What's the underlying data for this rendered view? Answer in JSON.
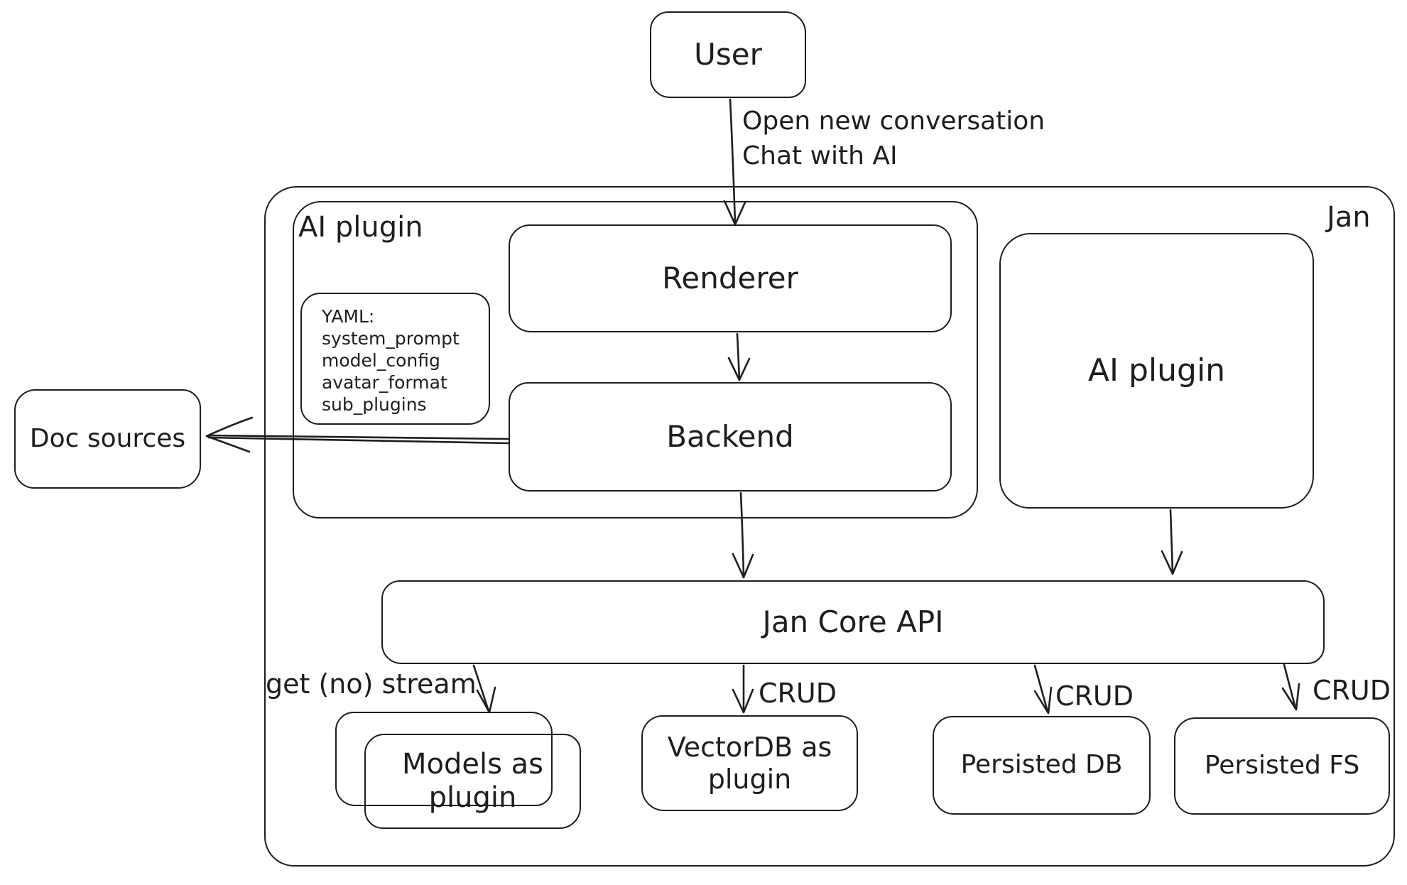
{
  "diagram": {
    "background": "#ffffff",
    "stroke_color": "#1e1e1e",
    "nodes": {
      "user": {
        "label": "User"
      },
      "jan_container": {
        "label": "Jan"
      },
      "ai_plugin_container": {
        "label": "AI plugin"
      },
      "renderer": {
        "label": "Renderer"
      },
      "yaml_note": {
        "lines": [
          "YAML:",
          "system_prompt",
          "model_config",
          "avatar_format",
          "sub_plugins"
        ]
      },
      "backend": {
        "label": "Backend"
      },
      "doc_sources": {
        "label": "Doc sources"
      },
      "ai_plugin_right": {
        "label": "AI plugin"
      },
      "jan_core_api": {
        "label": "Jan Core API"
      },
      "models_as_plugin": {
        "label": "Models as plugin"
      },
      "vectordb_as_plugin": {
        "label": "VectorDB as plugin"
      },
      "persisted_db": {
        "label": "Persisted DB"
      },
      "persisted_fs": {
        "label": "Persisted FS"
      }
    },
    "edge_labels": {
      "user_to_renderer_line1": "Open new conversation",
      "user_to_renderer_line2": "Chat with AI",
      "jan_core_to_models": "get (no) stream",
      "jan_core_to_vectordb": "CRUD",
      "jan_core_to_persisted_db": "CRUD",
      "jan_core_to_persisted_fs": "CRUD"
    }
  }
}
